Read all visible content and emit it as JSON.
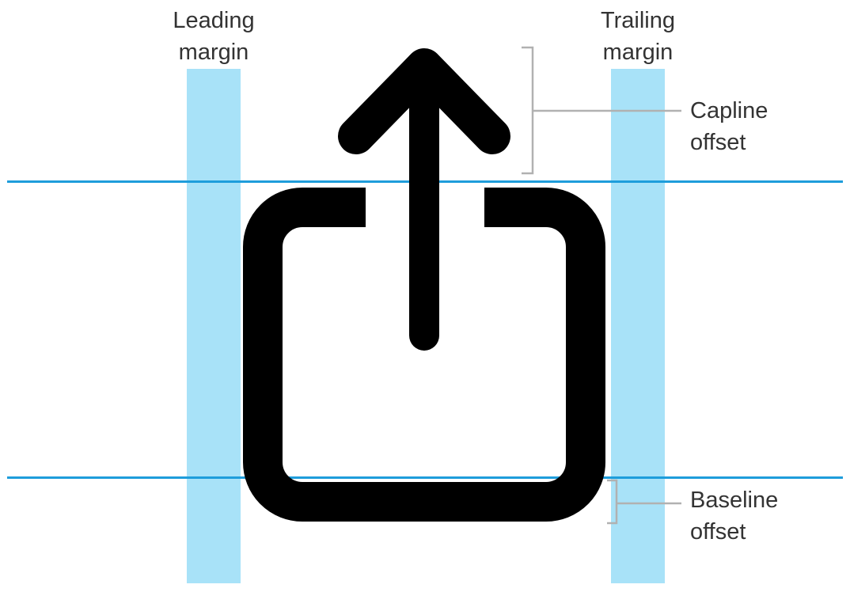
{
  "diagram": {
    "labels": {
      "leading_margin": "Leading\nmargin",
      "trailing_margin": "Trailing\nmargin",
      "capline_offset": "Capline\noffset",
      "baseline_offset": "Baseline\noffset"
    },
    "icons": {
      "glyph": "square-and-arrow-up-icon"
    }
  },
  "colors": {
    "background": "#ffffff",
    "margin_band": "#a8e2f8",
    "guide_line": "#1e9ddb",
    "icon_color": "#000000",
    "bracket": "#b1b1b1",
    "label_text": "#333333"
  }
}
